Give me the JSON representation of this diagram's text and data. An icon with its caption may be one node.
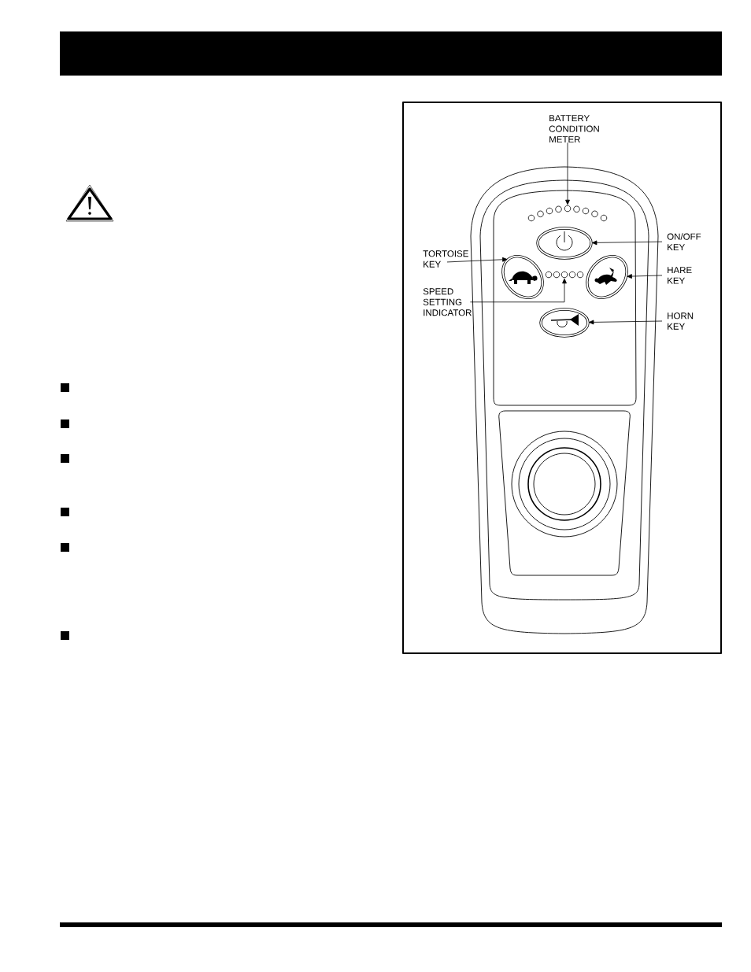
{
  "diagram": {
    "nodes": [
      {
        "text": [
          "BATTERY CONDITION METER"
        ]
      },
      {
        "text": [],
        "shape": "circle"
      },
      {
        "text": [
          "ON/OFF KEY"
        ]
      },
      {
        "text": [],
        "shape": "ellipse"
      },
      {
        "text": [
          "TORTOISE KEY"
        ]
      },
      {
        "text": [],
        "shape": "ellipse"
      },
      {
        "text": [
          "HARE KEY"
        ]
      },
      {
        "text": [],
        "shape": "ellipse"
      },
      {
        "text": [
          "SPEED SETTING INDICATOR"
        ]
      },
      {
        "text": [],
        "shape": "circle"
      },
      {
        "text": [
          "HORN KEY"
        ]
      },
      {
        "text": [],
        "shape": "ellipse"
      }
    ],
    "edges": [
      {
        "from": 0,
        "to": 1,
        "arrow": "to"
      },
      {
        "from": 2,
        "to": 3,
        "arrow": "to"
      },
      {
        "from": 4,
        "to": 5,
        "arrow": "to"
      },
      {
        "from": 6,
        "to": 7,
        "arrow": "to"
      },
      {
        "from": 8,
        "to": 9,
        "arrow": "to"
      },
      {
        "from": 10,
        "to": 11,
        "arrow": "to"
      }
    ]
  }
}
